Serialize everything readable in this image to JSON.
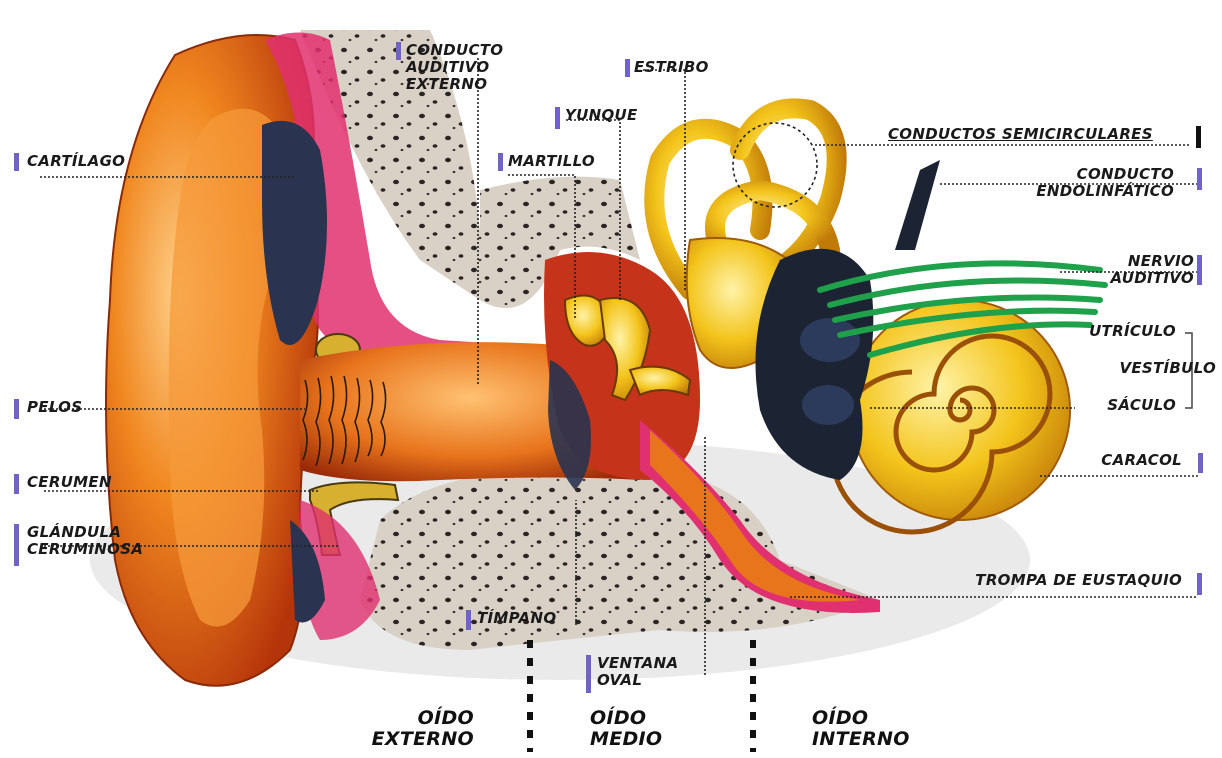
{
  "labels": {
    "conducto_auditivo_externo": [
      "Conducto",
      "auditivo",
      "externo"
    ],
    "estribo": "Estribo",
    "yunque": "Yunque",
    "martillo": "Martillo",
    "cartilago": "Cartílago",
    "conductos_semicirculares": "Conductos semicirculares",
    "conducto_endolinfatico": [
      "Conducto",
      "endolinfático"
    ],
    "nervio_auditivo": [
      "Nervio",
      "auditivo"
    ],
    "utriculo": "Utrículo",
    "vestibulo": "Vestíbulo",
    "saculo": "Sáculo",
    "caracol": "Caracol",
    "pelos": "Pelos",
    "cerumen": "Cerumen",
    "glandula_ceruminosa": [
      "Glándula",
      "ceruminosa"
    ],
    "trompa_de_eustaquio": "Trompa de Eustaquio",
    "timpano": "Tímpano",
    "ventana_oval": [
      "Ventana",
      "oval"
    ]
  },
  "regions": {
    "oido_externo": [
      "Oído",
      "externo"
    ],
    "oido_medio": [
      "Oído",
      "medio"
    ],
    "oido_interno": [
      "Oído",
      "interno"
    ]
  },
  "colors": {
    "marker": "#6f63c7",
    "outer_ear": "#e8741c",
    "pink_tissue": "#e0306f",
    "bone": "#d6cfc4",
    "cochlea": "#f2c21a",
    "nerve": "#1fa04a",
    "dark_tissue": "#1c2333"
  }
}
